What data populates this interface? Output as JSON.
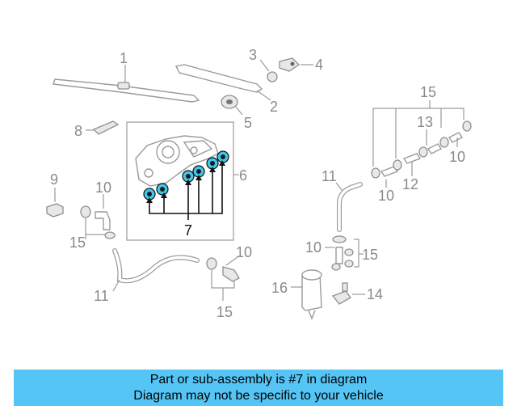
{
  "diagram": {
    "callouts": {
      "c1": "1",
      "c2": "2",
      "c3": "3",
      "c4": "4",
      "c5": "5",
      "c6": "6",
      "c7": "7",
      "c8": "8",
      "c9": "9",
      "c10a": "10",
      "c10b": "10",
      "c10c": "10",
      "c10d": "10",
      "c10e": "10",
      "c11a": "11",
      "c11b": "11",
      "c12": "12",
      "c13": "13",
      "c14": "14",
      "c15a": "15",
      "c15b": "15",
      "c15c": "15",
      "c15d": "15",
      "c16": "16"
    },
    "highlight_color": "#3ec8ee"
  },
  "caption": {
    "line1": "Part or sub-assembly is #7 in diagram",
    "line2": "Diagram may not be specific to your vehicle",
    "background": "#55c5f5"
  }
}
